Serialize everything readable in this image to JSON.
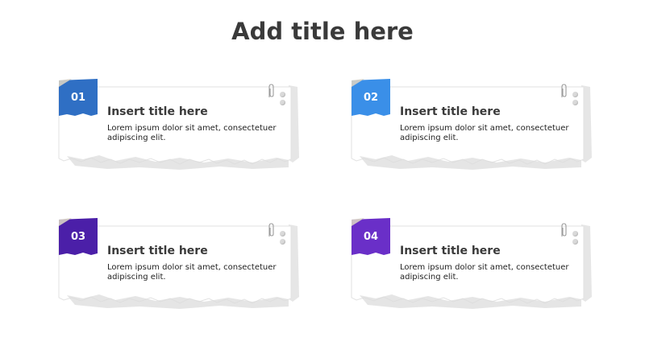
{
  "title": "Add title here",
  "cards": [
    {
      "number": "01",
      "title": "Insert title here",
      "text": "Lorem ipsum dolor sit amet, consectetuer adipiscing elit.",
      "color": "#2f6fc4"
    },
    {
      "number": "02",
      "title": "Insert title here",
      "text": "Lorem ipsum dolor sit amet, consectetuer adipiscing elit.",
      "color": "#3a8fe8"
    },
    {
      "number": "03",
      "title": "Insert title here",
      "text": "Lorem ipsum dolor sit amet, consectetuer adipiscing elit.",
      "color": "#4b1fa8"
    },
    {
      "number": "04",
      "title": "Insert title here",
      "text": "Lorem ipsum dolor sit amet, consectetuer adipiscing elit.",
      "color": "#6a2fc8"
    }
  ]
}
